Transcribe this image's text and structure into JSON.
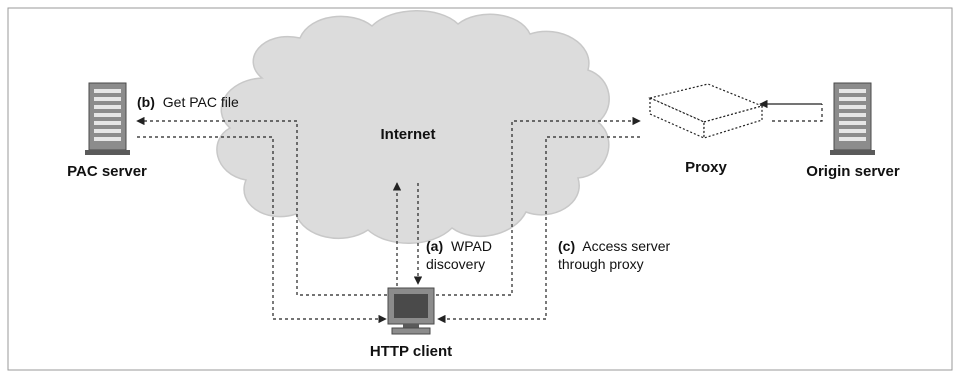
{
  "diagram": {
    "cloud_label": "Internet",
    "nodes": {
      "pac_server": {
        "label": "PAC server",
        "icon": "server-tower-icon"
      },
      "origin_server": {
        "label": "Origin server",
        "icon": "server-tower-icon"
      },
      "proxy": {
        "label": "Proxy",
        "icon": "proxy-box-icon"
      },
      "http_client": {
        "label": "HTTP client",
        "icon": "computer-monitor-icon"
      }
    },
    "steps": {
      "a": {
        "tag": "(a)",
        "line1": "WPAD",
        "line2": "discovery"
      },
      "b": {
        "tag": "(b)",
        "line1": "Get PAC file"
      },
      "c": {
        "tag": "(c)",
        "line1": "Access server",
        "line2": "through proxy"
      }
    },
    "colors": {
      "cloud_fill": "#dcdcdc",
      "cloud_stroke": "#c8c8c8",
      "device_fill": "#8c8c8c",
      "device_dark": "#4a4a4a",
      "arrow": "#222222"
    }
  }
}
